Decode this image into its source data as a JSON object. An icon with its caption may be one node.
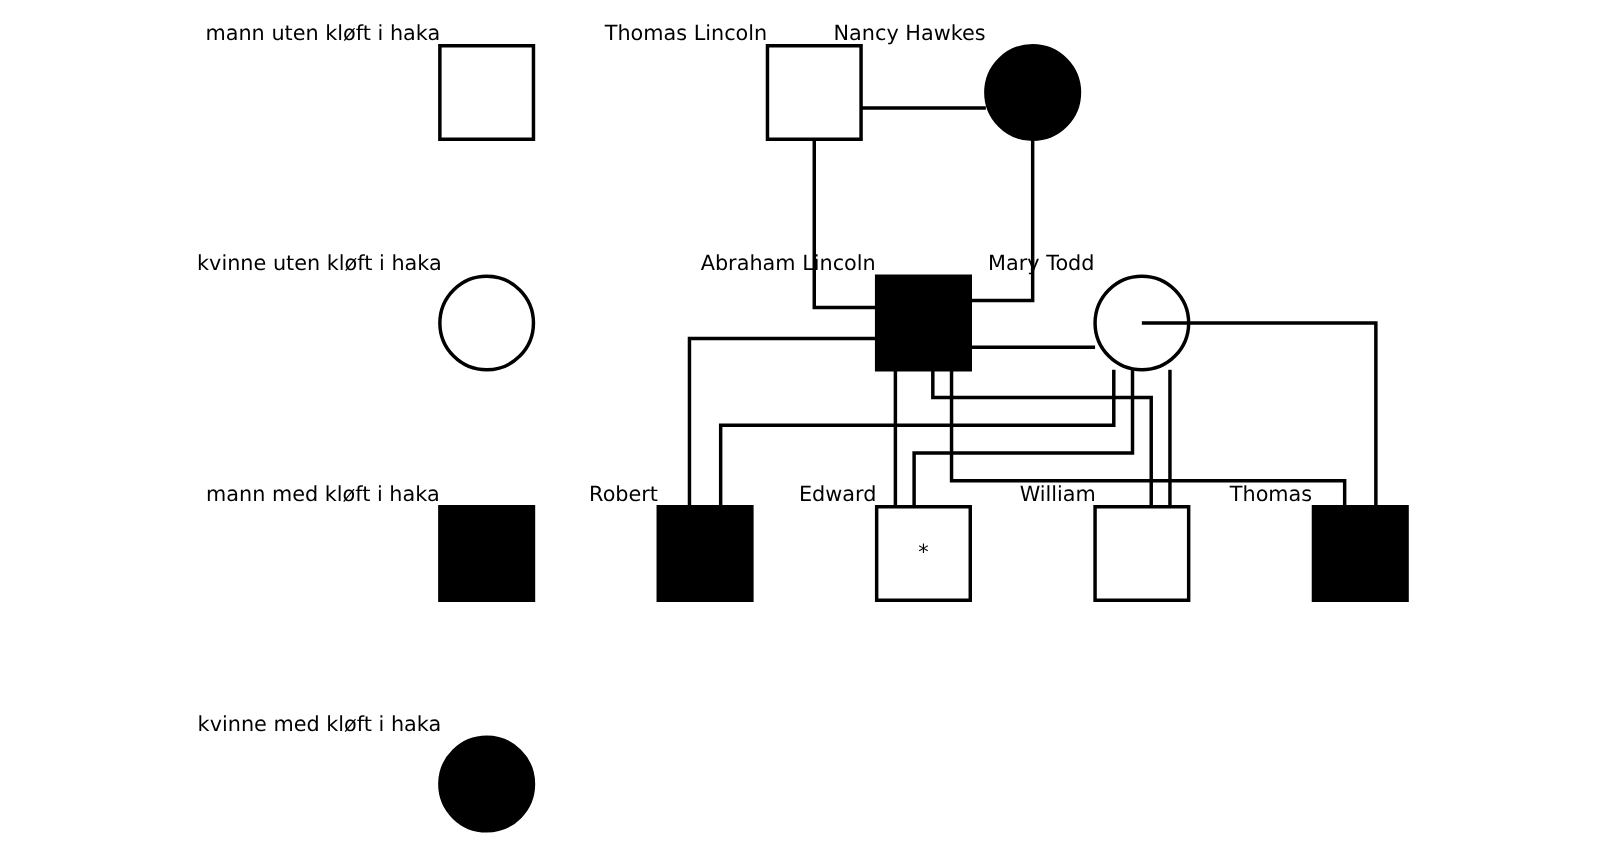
{
  "diagram": {
    "nodes": [
      {
        "text": [],
        "shape": "box",
        "beside": [
          "mann uten kløft i haka"
        ]
      },
      {
        "text": [],
        "shape": "circle",
        "beside": [
          "kvinne uten kløft i haka"
        ]
      },
      {
        "text": [],
        "shape": "box",
        "beside": [
          "mann med kløft i haka"
        ]
      },
      {
        "text": [],
        "shape": "circle",
        "beside": [
          "kvinne med kløft i haka"
        ]
      },
      {
        "text": [],
        "shape": "box",
        "beside": [
          "Thomas Lincoln"
        ]
      },
      {
        "text": [],
        "shape": "circle",
        "beside": [
          "Nancy Hawkes"
        ]
      },
      {
        "text": [],
        "shape": "box",
        "beside": [
          "Abraham Lincoln"
        ]
      },
      {
        "text": [],
        "shape": "circle",
        "beside": [
          "Mary Todd"
        ]
      },
      {
        "text": [],
        "shape": "box",
        "beside": [
          "Robert"
        ]
      },
      {
        "text": [
          "*"
        ],
        "beside": [
          "Edward"
        ]
      },
      {
        "text": [],
        "shape": "box",
        "beside": [
          "William"
        ]
      },
      {
        "text": [],
        "shape": "box",
        "beside": [
          "Thomas"
        ]
      }
    ],
    "edges": [
      {
        "from": 4,
        "to": 5,
        "arrow": "none"
      },
      {
        "from": 4,
        "to": 6,
        "arrow": "none"
      },
      {
        "from": 5,
        "to": 6,
        "arrow": "none"
      },
      {
        "from": 6,
        "to": 7,
        "arrow": "none"
      },
      {
        "from": 6,
        "to": 8,
        "arrow": "none"
      },
      {
        "from": 7,
        "to": 8,
        "arrow": "none"
      },
      {
        "from": 6,
        "to": 9,
        "arrow": "none"
      },
      {
        "from": 7,
        "to": 9,
        "arrow": "none"
      },
      {
        "from": 6,
        "to": 10,
        "arrow": "none"
      },
      {
        "from": 7,
        "to": 10,
        "arrow": "none"
      },
      {
        "from": 6,
        "to": 11,
        "arrow": "none"
      },
      {
        "from": 7,
        "to": 11,
        "arrow": "none"
      }
    ]
  }
}
